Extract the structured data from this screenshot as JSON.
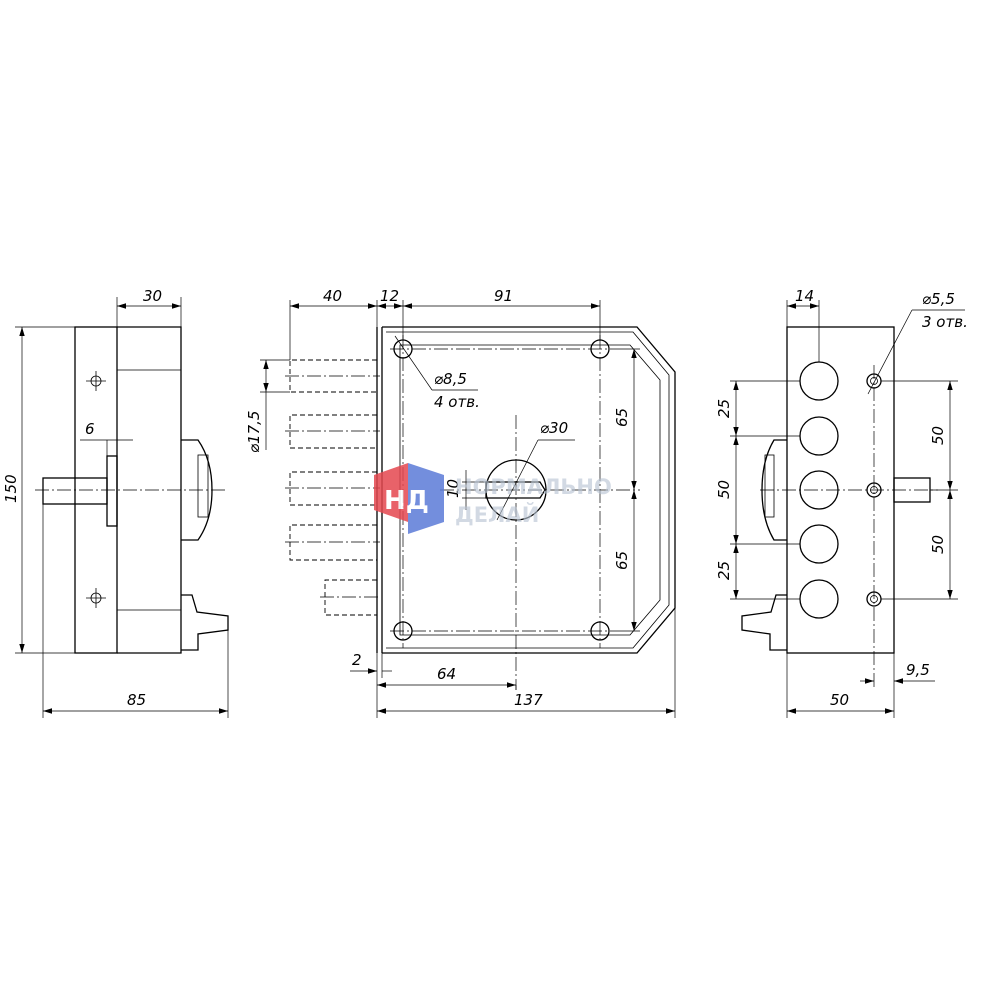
{
  "dimensions": {
    "side": {
      "width_top": "30",
      "height": "150",
      "offset": "6",
      "width_bottom": "85"
    },
    "front": {
      "bolt_reach": "40",
      "margin": "12",
      "hole_spacing_h": "91",
      "bolt_dia": "⌀17,5",
      "hole_dia": "⌀8,5",
      "hole_count": "4 отв.",
      "cyl_dia": "⌀30",
      "cyl_offset": "10",
      "half_height_top": "65",
      "half_height_bottom": "65",
      "edge": "2",
      "backset": "64",
      "total_width": "137"
    },
    "end": {
      "top_width": "14",
      "hole_dia": "⌀5,5",
      "hole_count": "3 отв.",
      "left_top": "25",
      "left_mid": "50",
      "left_bottom": "25",
      "right_top": "50",
      "right_bottom": "50",
      "hole_edge": "9,5",
      "depth": "50"
    }
  },
  "watermark": {
    "logo": "НД",
    "line1": "НОРМАЛЬНО",
    "line2": "ДЕЛАЙ",
    "logo_color": "#e4474f",
    "logo_color_2": "#5b7bd8",
    "text_color": "#b9c4d3"
  }
}
